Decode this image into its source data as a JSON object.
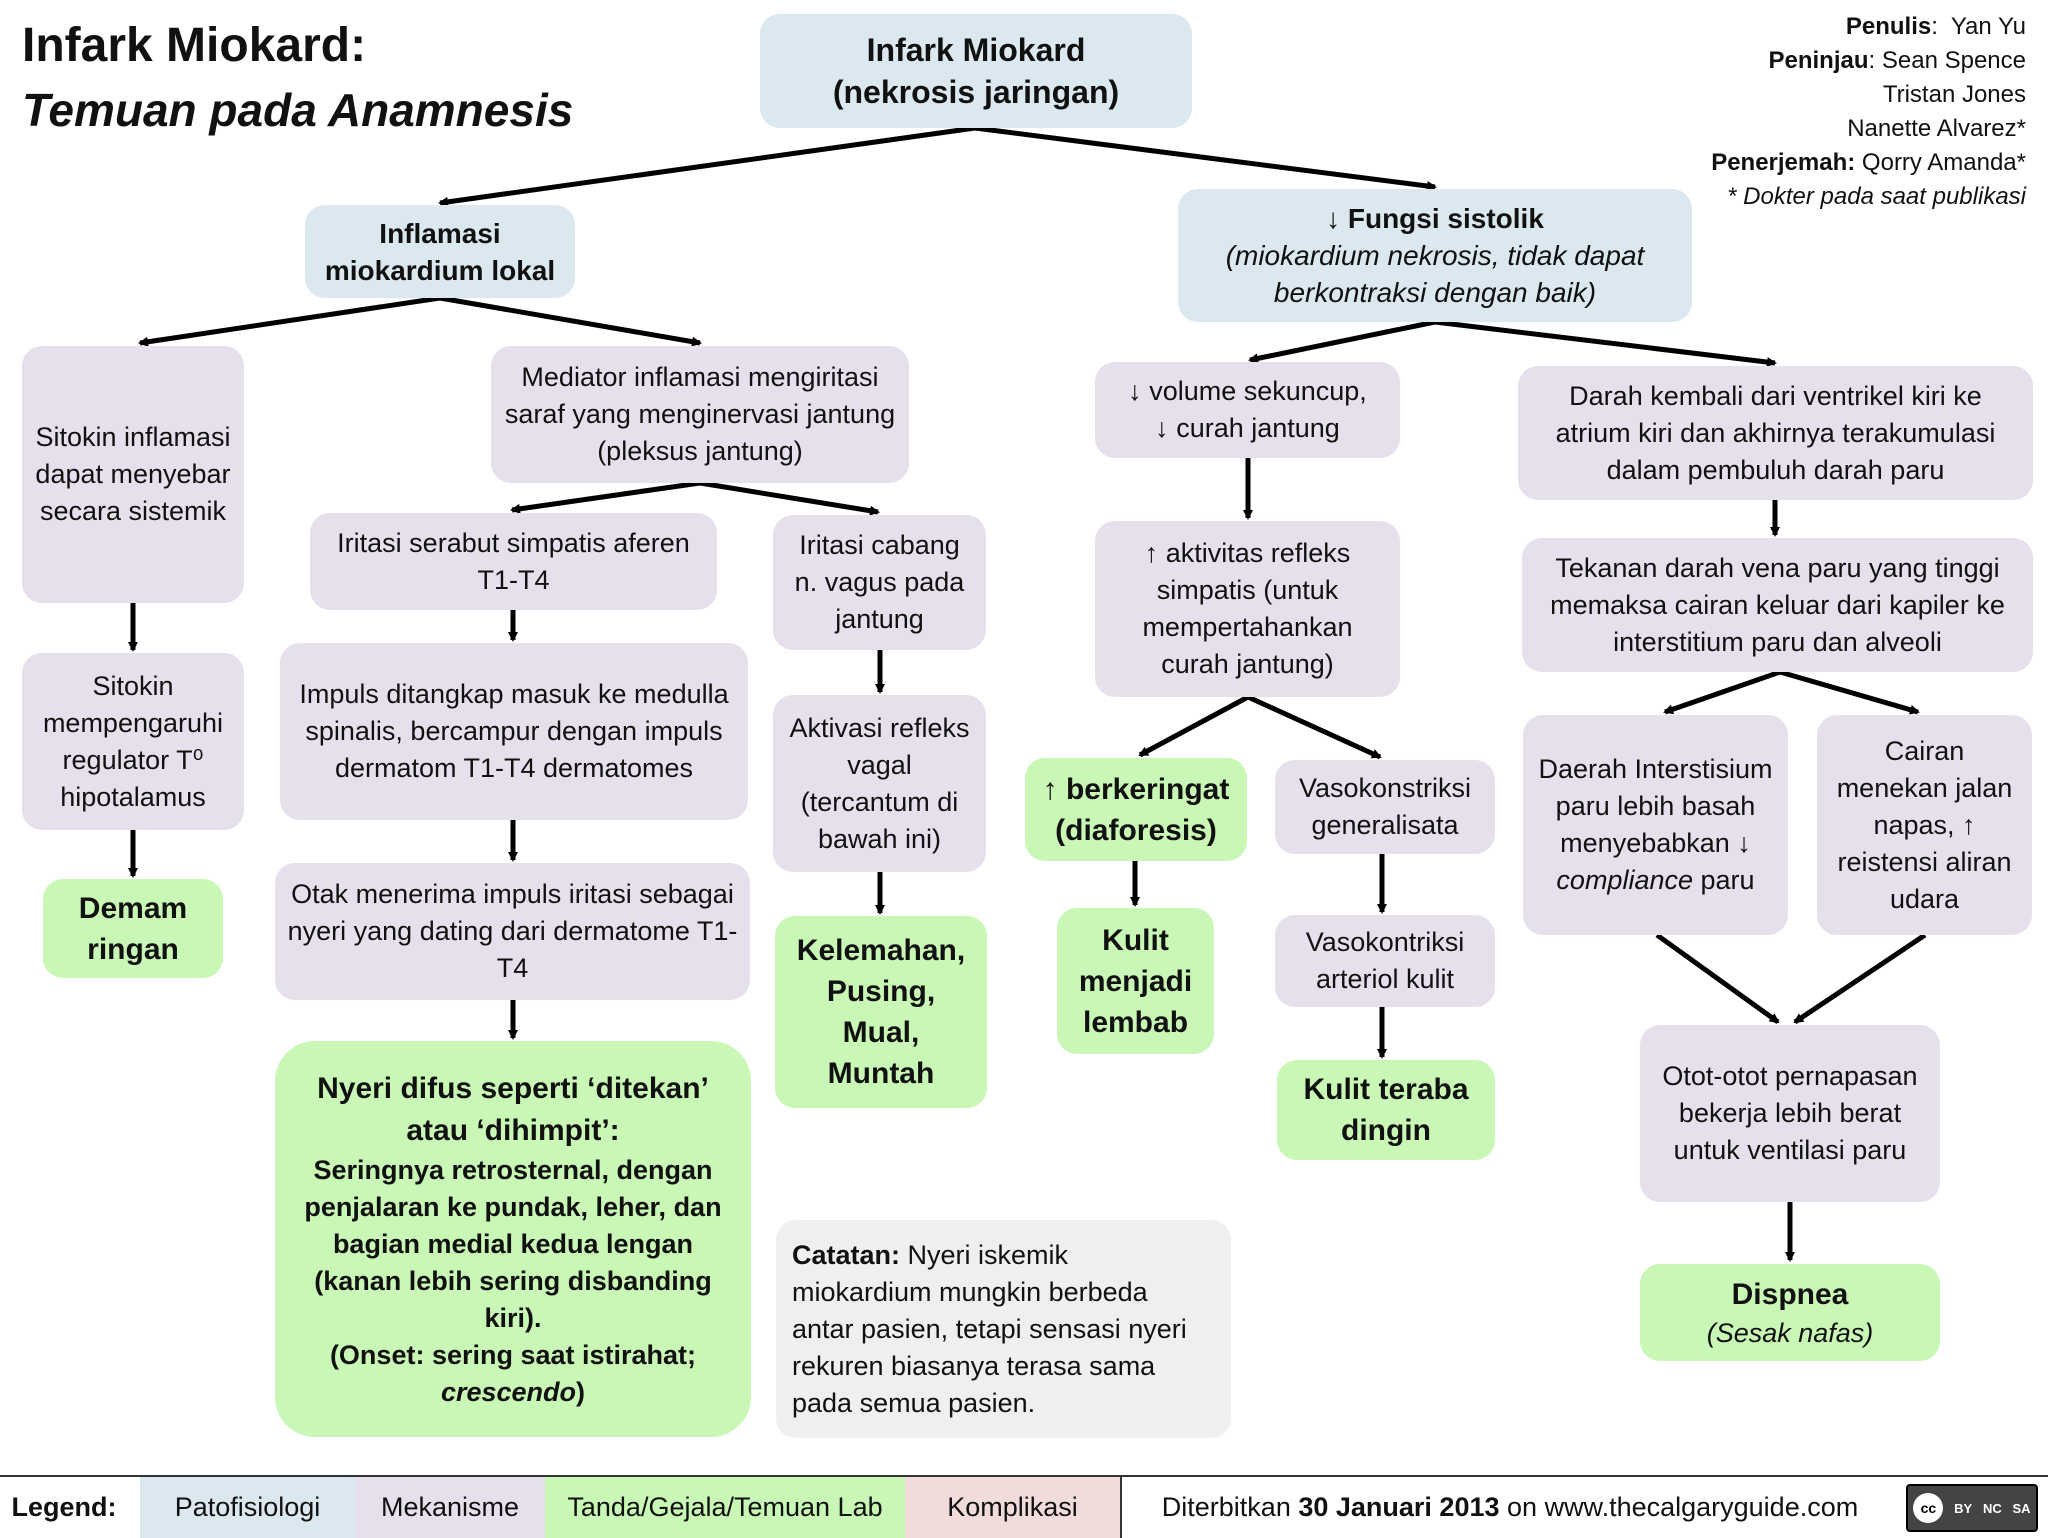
{
  "title": {
    "line1": "Infark Miokard:",
    "line2": "Temuan pada Anamnesis"
  },
  "credits": {
    "author_label": "Penulis",
    "author": "Yan Yu",
    "reviewer_label": "Peninjau",
    "reviewer1": "Sean Spence",
    "reviewer2": "Tristan Jones",
    "reviewer3": "Nanette Alvarez*",
    "translator_label": "Penerjemah:",
    "translator": "Qorry Amanda*",
    "footnote": "* Dokter pada saat publikasi"
  },
  "nodes": {
    "root_l1": "Infark Miokard",
    "root_l2": "(nekrosis jaringan)",
    "inflam": "Inflamasi miokardium lokal",
    "sistolik_head": "Fungsi sistolik",
    "sistolik_sub": "(miokardium nekrosis, tidak dapat berkontraksi dengan baik)",
    "sitokin1": "Sitokin inflamasi dapat menyebar secara sistemik",
    "sitokin2": "Sitokin mempengaruhi regulator T⁰ hipotalamus",
    "demam": "Demam ringan",
    "mediator": "Mediator inflamasi mengiritasi saraf yang menginervasi jantung (pleksus jantung)",
    "simpatis": "Iritasi serabut simpatis aferen T1-T4",
    "impuls": "Impuls ditangkap masuk ke medulla spinalis, bercampur dengan impuls dermatom T1-T4 dermatomes",
    "otak": "Otak menerima impuls iritasi sebagai nyeri yang dating dari dermatome T1-T4",
    "nyeri_head": "Nyeri difus seperti ‘ditekan’ atau ‘dihimpit’:",
    "nyeri_body": "Seringnya retrosternal, dengan penjalaran ke pundak, leher, dan bagian medial kedua lengan (kanan lebih sering disbanding kiri).",
    "nyeri_onset": "(Onset: sering saat istirahat;",
    "nyeri_crescendo": "crescendo",
    "nyeri_close": ")",
    "vagus": "Iritasi cabang n. vagus pada jantung",
    "vagal": "Aktivasi refleks vagal (tercantum di bawah ini)",
    "kelemahan": "Kelemahan, Pusing, Mual, Muntah",
    "volume_l1": "volume sekuncup,",
    "volume_l2": "curah jantung",
    "refleks": "aktivitas refleks simpatis (untuk mempertahankan curah jantung)",
    "berkeringat": "berkeringat (diaforesis)",
    "kulit_lembab": "Kulit menjadi lembab",
    "vasokonstriksi": "Vasokonstriksi generalisata",
    "vasokontriksi_arteriol": "Vasokontriksi arteriol kulit",
    "kulit_dingin": "Kulit teraba dingin",
    "darah": "Darah kembali dari ventrikel kiri ke atrium kiri dan akhirnya terakumulasi dalam pembuluh darah paru",
    "tekanan": "Tekanan darah vena paru yang tinggi memaksa cairan keluar dari kapiler ke interstitium paru dan alveoli",
    "daerah_pre": "Daerah Interstisium paru lebih basah menyebabkan",
    "daerah_it": "compliance",
    "daerah_post": "paru",
    "cairan_pre": "Cairan menekan jalan napas,",
    "cairan_post": "reistensi aliran udara",
    "otot": "Otot-otot pernapasan bekerja lebih berat untuk ventilasi paru",
    "dispnea": "Dispnea",
    "dispnea_sub": "(Sesak nafas)",
    "catatan_label": "Catatan:",
    "catatan_text": "Nyeri iskemik miokardium mungkin berbeda antar pasien, tetapi sensasi nyeri rekuren biasanya terasa sama pada semua pasien."
  },
  "symbols": {
    "down": "↓",
    "up": "↑"
  },
  "legend": {
    "label": "Legend:",
    "items": [
      "Patofisiologi",
      "Mekanisme",
      "Tanda/Gejala/Temuan Lab",
      "Komplikasi"
    ],
    "published_pre": "Diterbitkan",
    "published_date": "30 Januari 2013",
    "published_post": "on www.thecalgaryguide.com"
  },
  "license": {
    "cc": "cc",
    "by": "BY",
    "nc": "NC",
    "sa": "SA"
  },
  "colors": {
    "patofisiologi": "#dbe8ef",
    "mekanisme": "#e6e0ec",
    "tanda": "#c9f7b5",
    "komplikasi": "#f2dcdb",
    "catatan": "#efefef",
    "arrow": "#000000"
  }
}
